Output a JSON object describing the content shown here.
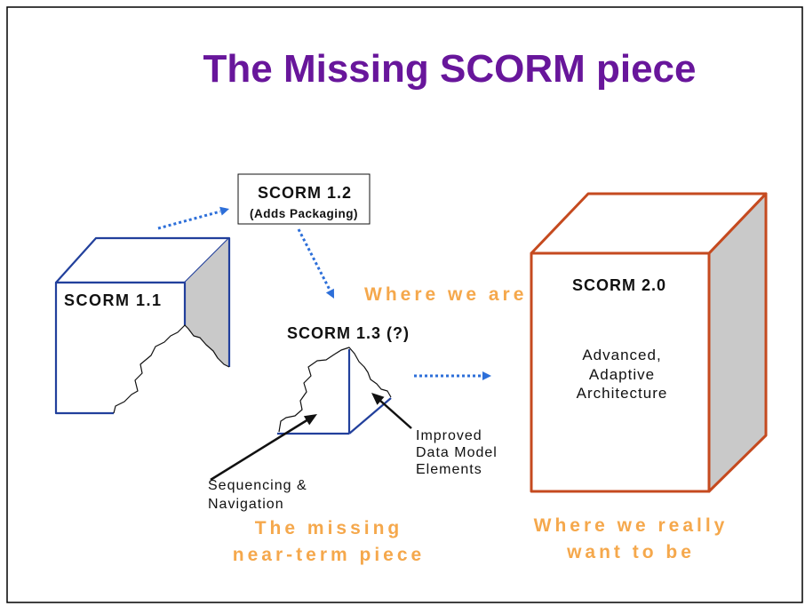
{
  "slide": {
    "title": "The Missing SCORM piece"
  },
  "nodes": {
    "scorm_1_1": {
      "label": "SCORM 1.1"
    },
    "scorm_1_2": {
      "label": "SCORM 1.2",
      "sublabel": "(Adds Packaging)"
    },
    "scorm_1_3": {
      "label": "SCORM 1.3 (?)"
    },
    "scorm_2_0": {
      "label": "SCORM 2.0",
      "description": [
        "Advanced,",
        "Adaptive",
        "Architecture"
      ]
    }
  },
  "callouts": {
    "sequencing": [
      "Sequencing &",
      "Navigation"
    ],
    "data_model": [
      "Improved",
      "Data Model",
      "Elements"
    ]
  },
  "annotations": {
    "where_we_are": "Where we are",
    "missing_piece": [
      "The missing",
      "near-term piece"
    ],
    "where_we_want": [
      "Where we really",
      "want to be"
    ]
  },
  "colors": {
    "title": "#68169b",
    "annotation": "#f5a84c",
    "cube_blue": "#22409c",
    "cube_orange": "#c54a1f",
    "side_face": "#c9c9c9",
    "dotted_arrow": "#2d6fd9"
  }
}
